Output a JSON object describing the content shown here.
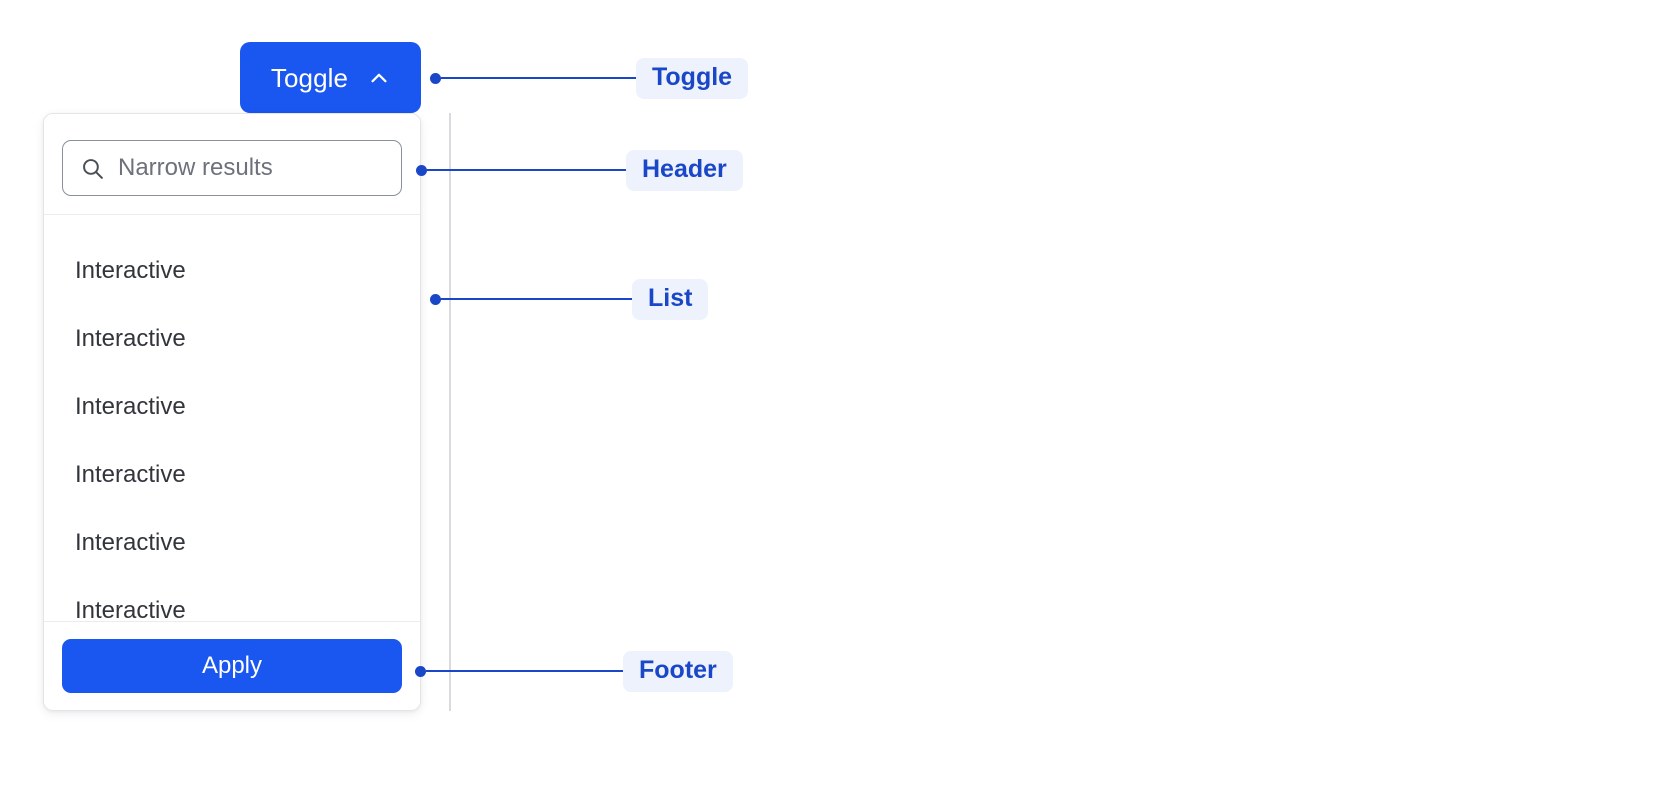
{
  "toggle": {
    "label": "Toggle",
    "icon": "chevron-up-icon",
    "expanded": true,
    "background_color": "#1A56F0",
    "text_color": "#FFFFFF"
  },
  "panel": {
    "header": {
      "search": {
        "icon": "search-icon",
        "placeholder": "Narrow results",
        "value": ""
      }
    },
    "list": {
      "items": [
        {
          "label": "Interactive"
        },
        {
          "label": "Interactive"
        },
        {
          "label": "Interactive"
        },
        {
          "label": "Interactive"
        },
        {
          "label": "Interactive"
        },
        {
          "label": "Interactive"
        }
      ]
    },
    "footer": {
      "apply_label": "Apply",
      "background_color": "#1A56F0"
    },
    "border_color": "#E3E5E8",
    "background_color": "#FFFFFF"
  },
  "annotations": {
    "accent_color": "#1A46C8",
    "pill_background": "#EDF2FD",
    "items": [
      {
        "id": "toggle",
        "label": "Toggle"
      },
      {
        "id": "header",
        "label": "Header"
      },
      {
        "id": "list",
        "label": "List"
      },
      {
        "id": "footer",
        "label": "Footer"
      }
    ]
  }
}
